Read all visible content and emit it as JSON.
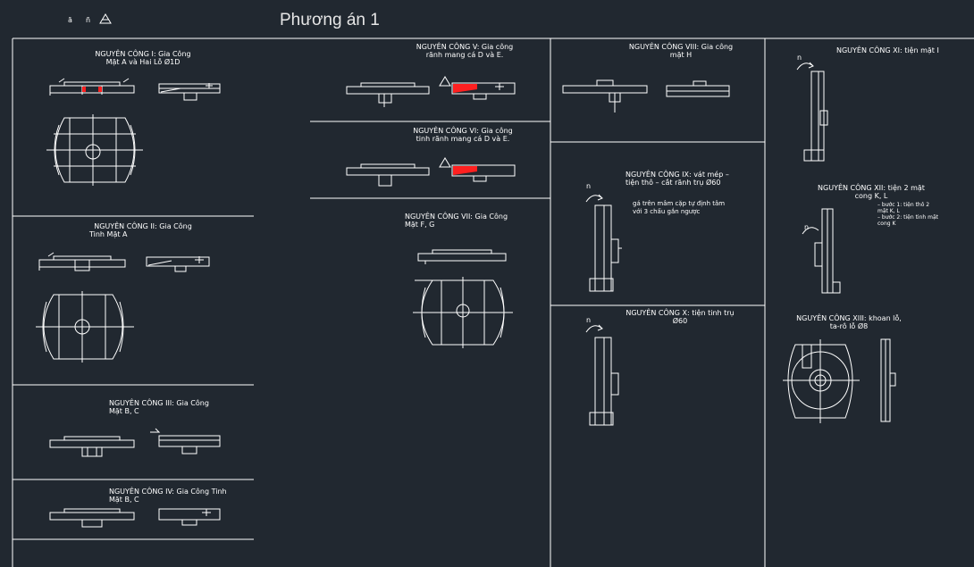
{
  "drawing": {
    "title": "Phương án 1",
    "corner_marks": [
      "ă",
      "ñ"
    ]
  },
  "operations": [
    {
      "id": "op1",
      "line1": "NGUYÊN CÔNG I: Gia Công",
      "line2": "Mặt A và Hai Lỗ Ø1D"
    },
    {
      "id": "op2",
      "line1": "NGUYÊN CÔNG II: Gia Công",
      "line2": "Tinh Mặt A"
    },
    {
      "id": "op3",
      "line1": "NGUYÊN CÔNG III: Gia Công",
      "line2": "Mặt B, C"
    },
    {
      "id": "op4",
      "line1": "NGUYÊN CÔNG IV: Gia Công Tinh",
      "line2": "Mặt B, C"
    },
    {
      "id": "op5",
      "line1": "NGUYÊN CÔNG V: Gia công",
      "line2": "rãnh mang cá D và E."
    },
    {
      "id": "op6",
      "line1": "NGUYÊN CÔNG VI: Gia công",
      "line2": "tinh rãnh mang cá D và E."
    },
    {
      "id": "op7",
      "line1": "NGUYÊN CÔNG VII: Gia Công",
      "line2": "Mặt F, G"
    },
    {
      "id": "op8",
      "line1": "NGUYÊN CÔNG VIII: Gia công",
      "line2": "mặt H"
    },
    {
      "id": "op9",
      "line1": "NGUYÊN CÔNG IX: vát mép –",
      "line2": "tiện thô – cắt rãnh trụ Ø60",
      "note1": "gá trên mâm cặp tự định tâm",
      "note2": "với 3 chấu gắn ngược"
    },
    {
      "id": "op10",
      "line1": "NGUYÊN CÔNG X: tiện tinh trụ",
      "line2": "Ø60"
    },
    {
      "id": "op11",
      "line1": "NGUYÊN CÔNG XI: tiện mặt I",
      "line2": ""
    },
    {
      "id": "op12",
      "line1": "NGUYÊN CÔNG XII: tiện 2 mặt",
      "line2": "cong K, L",
      "step1": "– bước 1: tiện thô 2",
      "step1b": "mặt K, L",
      "step2": "– bước 2: tiện tinh mặt",
      "step2b": "cong K"
    },
    {
      "id": "op13",
      "line1": "NGUYÊN CÔNG XIII: khoan lỗ,",
      "line2": "ta-rô lỗ Ø8"
    }
  ],
  "symbols": {
    "rotation": "n"
  },
  "colors": {
    "background": "#212830",
    "line": "#ffffff",
    "highlight": "#ff2020"
  }
}
